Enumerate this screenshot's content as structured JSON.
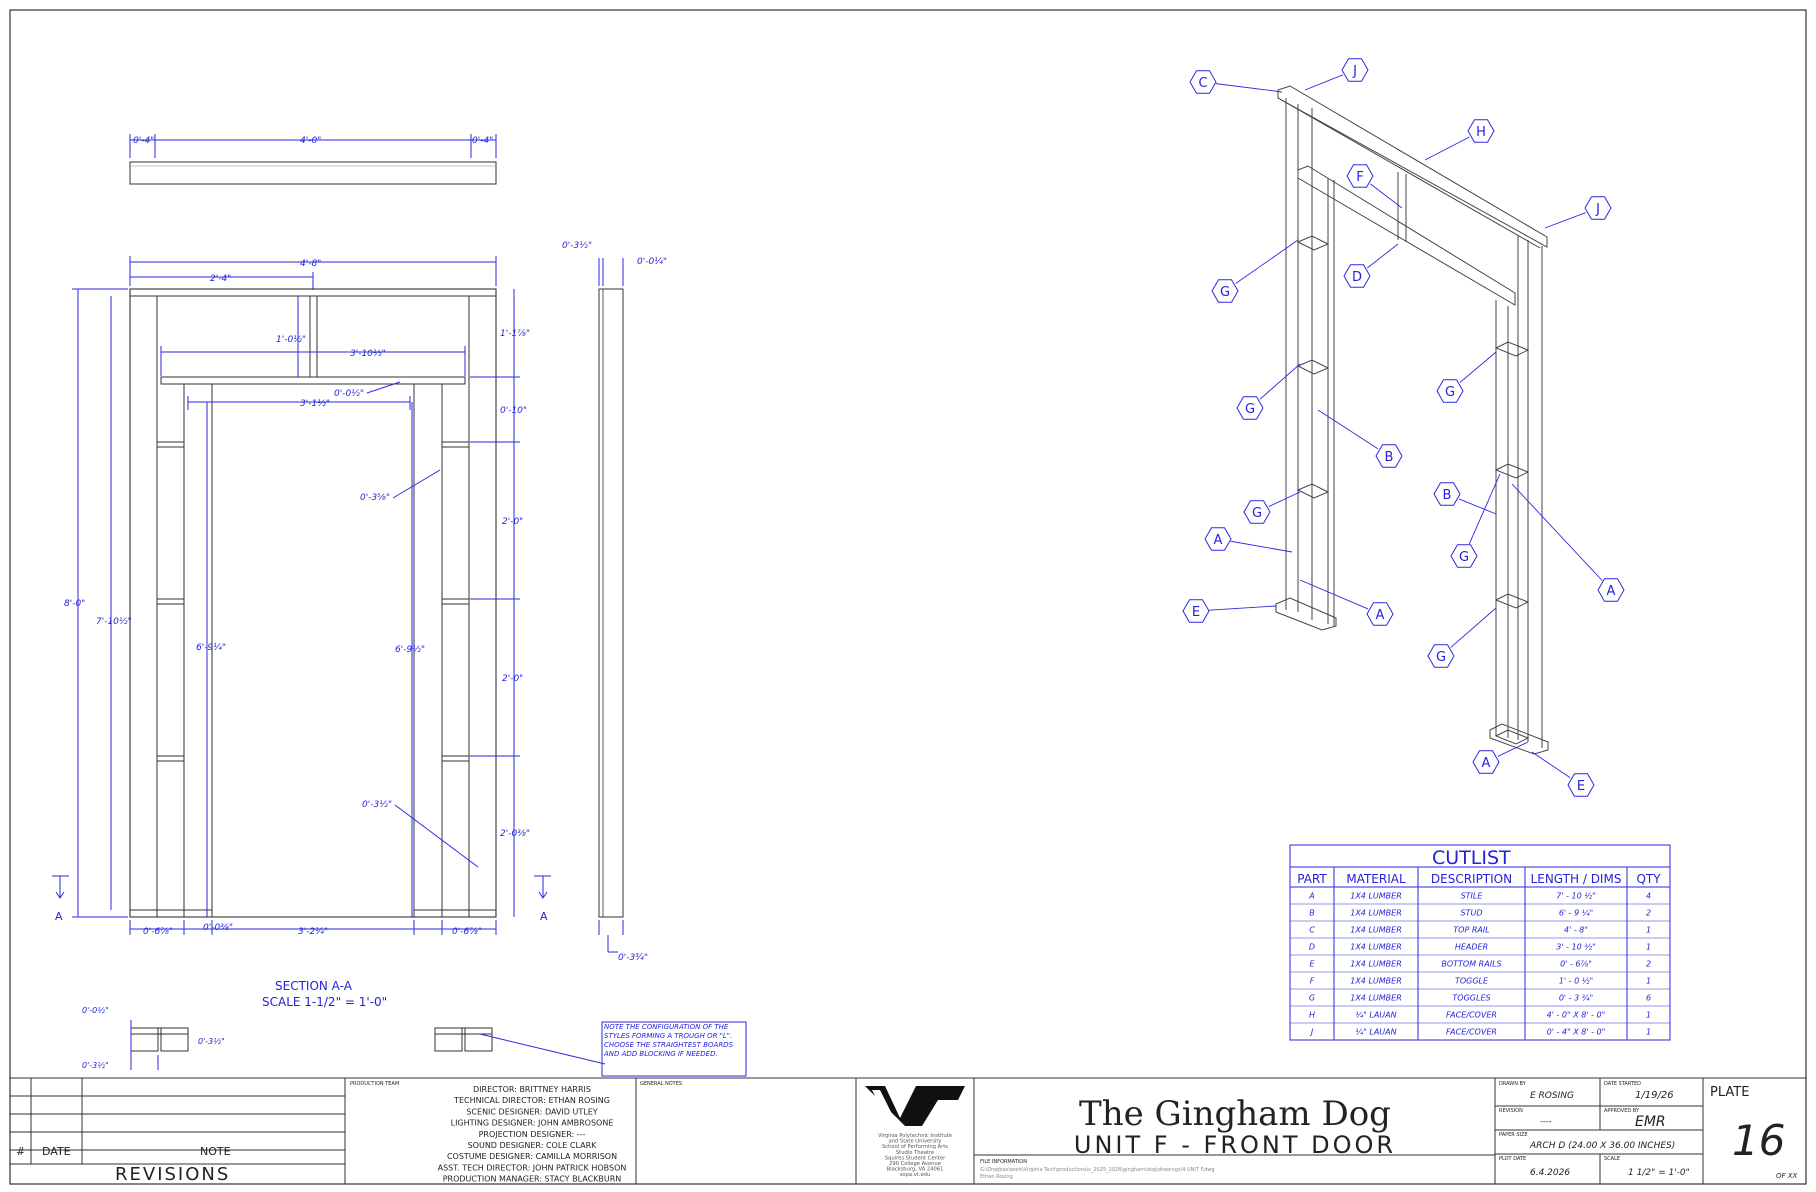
{
  "top_view": {
    "dims": [
      "0'-4\"",
      "4'-0\"",
      "0'-4\""
    ]
  },
  "elevation": {
    "overall_width": "4'-8\"",
    "half_width": "2'-4\"",
    "header_drop": "1'-0½\"",
    "header_width": "3'-10½\"",
    "opening_width": "3'-1½\"",
    "toggle_gap": "0'-0½\"",
    "stud_offset": "0'-3⅝\"",
    "overall_height": "8'-0\"",
    "stile_height": "7'-10½\"",
    "stud_left": "6'-9¼\"",
    "stud_right": "6'-9½\"",
    "bottom_left": "0'-6⅞\"",
    "bottom_stud": "0'-0⅜\"",
    "bottom_center": "3'-2¼\"",
    "bottom_right": "0'-6⅞\"",
    "right_dims": [
      "1'-1⅞\"",
      "0'-10\"",
      "2'-0\"",
      "2'-0\"",
      "2'-0⅜\""
    ],
    "toggle_dim": "0'-3½\"",
    "section_marker": "A"
  },
  "side_view": {
    "top_left": "0'-3½\"",
    "top_right": "0'-0¼\"",
    "bottom": "0'-3¾\""
  },
  "section": {
    "title": "SECTION A-A",
    "scale": "SCALE 1-1/2\" = 1'-0\""
  },
  "details": {
    "d1": "0'-0½\"",
    "d2": "0'-3½\"",
    "d3": "0'-3½\""
  },
  "note": "NOTE THE CONFIGURATION OF THE STYLES FORMING A TROUGH OR \"L\". CHOOSE THE STRAIGHTEST BOARDS AND ADD BLOCKING IF NEEDED.",
  "iso_labels": [
    "C",
    "J",
    "H",
    "F",
    "J",
    "G",
    "D",
    "G",
    "G",
    "B",
    "G",
    "B",
    "A",
    "G",
    "A",
    "E",
    "A",
    "G",
    "A",
    "E"
  ],
  "cutlist": {
    "title": "CUTLIST",
    "headers": [
      "PART",
      "MATERIAL",
      "DESCRIPTION",
      "LENGTH / DIMS",
      "QTY"
    ],
    "rows": [
      [
        "A",
        "1X4 LUMBER",
        "STILE",
        "7' - 10 ½\"",
        "4"
      ],
      [
        "B",
        "1X4 LUMBER",
        "STUD",
        "6' - 9 ¼\"",
        "2"
      ],
      [
        "C",
        "1X4 LUMBER",
        "TOP RAIL",
        "4' - 8\"",
        "1"
      ],
      [
        "D",
        "1X4 LUMBER",
        "HEADER",
        "3' - 10 ½\"",
        "1"
      ],
      [
        "E",
        "1X4 LUMBER",
        "BOTTOM RAILS",
        "0' - 6⅞\"",
        "2"
      ],
      [
        "F",
        "1X4 LUMBER",
        "TOGGLE",
        "1' - 0 ½\"",
        "1"
      ],
      [
        "G",
        "1X4 LUMBER",
        "TOGGLES",
        "0' - 3 ¾\"",
        "6"
      ],
      [
        "H",
        "¼\" LAUAN",
        "FACE/COVER",
        "4' - 0\" X 8' - 0\"",
        "1"
      ],
      [
        "J",
        "¼\" LAUAN",
        "FACE/COVER",
        "0' - 4\" X 8' - 0\"",
        "1"
      ]
    ]
  },
  "title_block": {
    "revisions_label": "REVISIONS",
    "rev_hash": "#",
    "rev_date": "DATE",
    "rev_note": "NOTE",
    "team_label": "PRODUCTION TEAM",
    "general_notes_label": "GENERAL NOTES",
    "team": [
      "DIRECTOR: BRITTNEY HARRIS",
      "TECHNICAL DIRECTOR: ETHAN ROSING",
      "SCENIC DESIGNER: DAVID UTLEY",
      "LIGHTING DESIGNER: JOHN AMBROSONE",
      "PROJECTION DESIGNER: ---",
      "SOUND DESIGNER: COLE CLARK",
      "COSTUME DESIGNER: CAMILLA MORRISON",
      "ASST. TECH DIRECTOR: JOHN PATRICK HOBSON",
      "PRODUCTION MANAGER: STACY BLACKBURN"
    ],
    "logo_text": "VT",
    "address": [
      "Virginia Polytechnic Institute",
      "and State University",
      "School of Performing Arts",
      "Studio Theatre",
      "Squires Student Center",
      "290 College Avenue",
      "Blacksburg, VA 24061",
      "sopa.vt.edu"
    ],
    "show_title": "The Gingham Dog",
    "drawing_title": "UNIT F - FRONT DOOR",
    "file_info_label": "FILE INFORMATION",
    "file_path": "G:\\Dropbox\\work\\Virginia Tech\\productions\\s_2025_2026\\gingham\\dog\\drawings\\4 UNIT F.dwg",
    "file_author": "Ethan Rosing",
    "drawn_by_label": "DRAWN BY",
    "drawn_by": "E ROSING",
    "date_started_label": "DATE STARTED",
    "date_started": "1/19/26",
    "revision_label": "REVISION",
    "revision": "----",
    "approved_label": "APPROVED BY",
    "approved": "EMR",
    "paper_label": "PAPER SIZE",
    "paper": "ARCH D (24.00 X 36.00 INCHES)",
    "plot_label": "PLOT DATE",
    "plot_date": "6.4.2026",
    "scale_label": "SCALE",
    "scale": "1 1/2\" = 1'-0\"",
    "plate_label": "PLATE",
    "plate_number": "16",
    "of_label": "OF XX"
  }
}
